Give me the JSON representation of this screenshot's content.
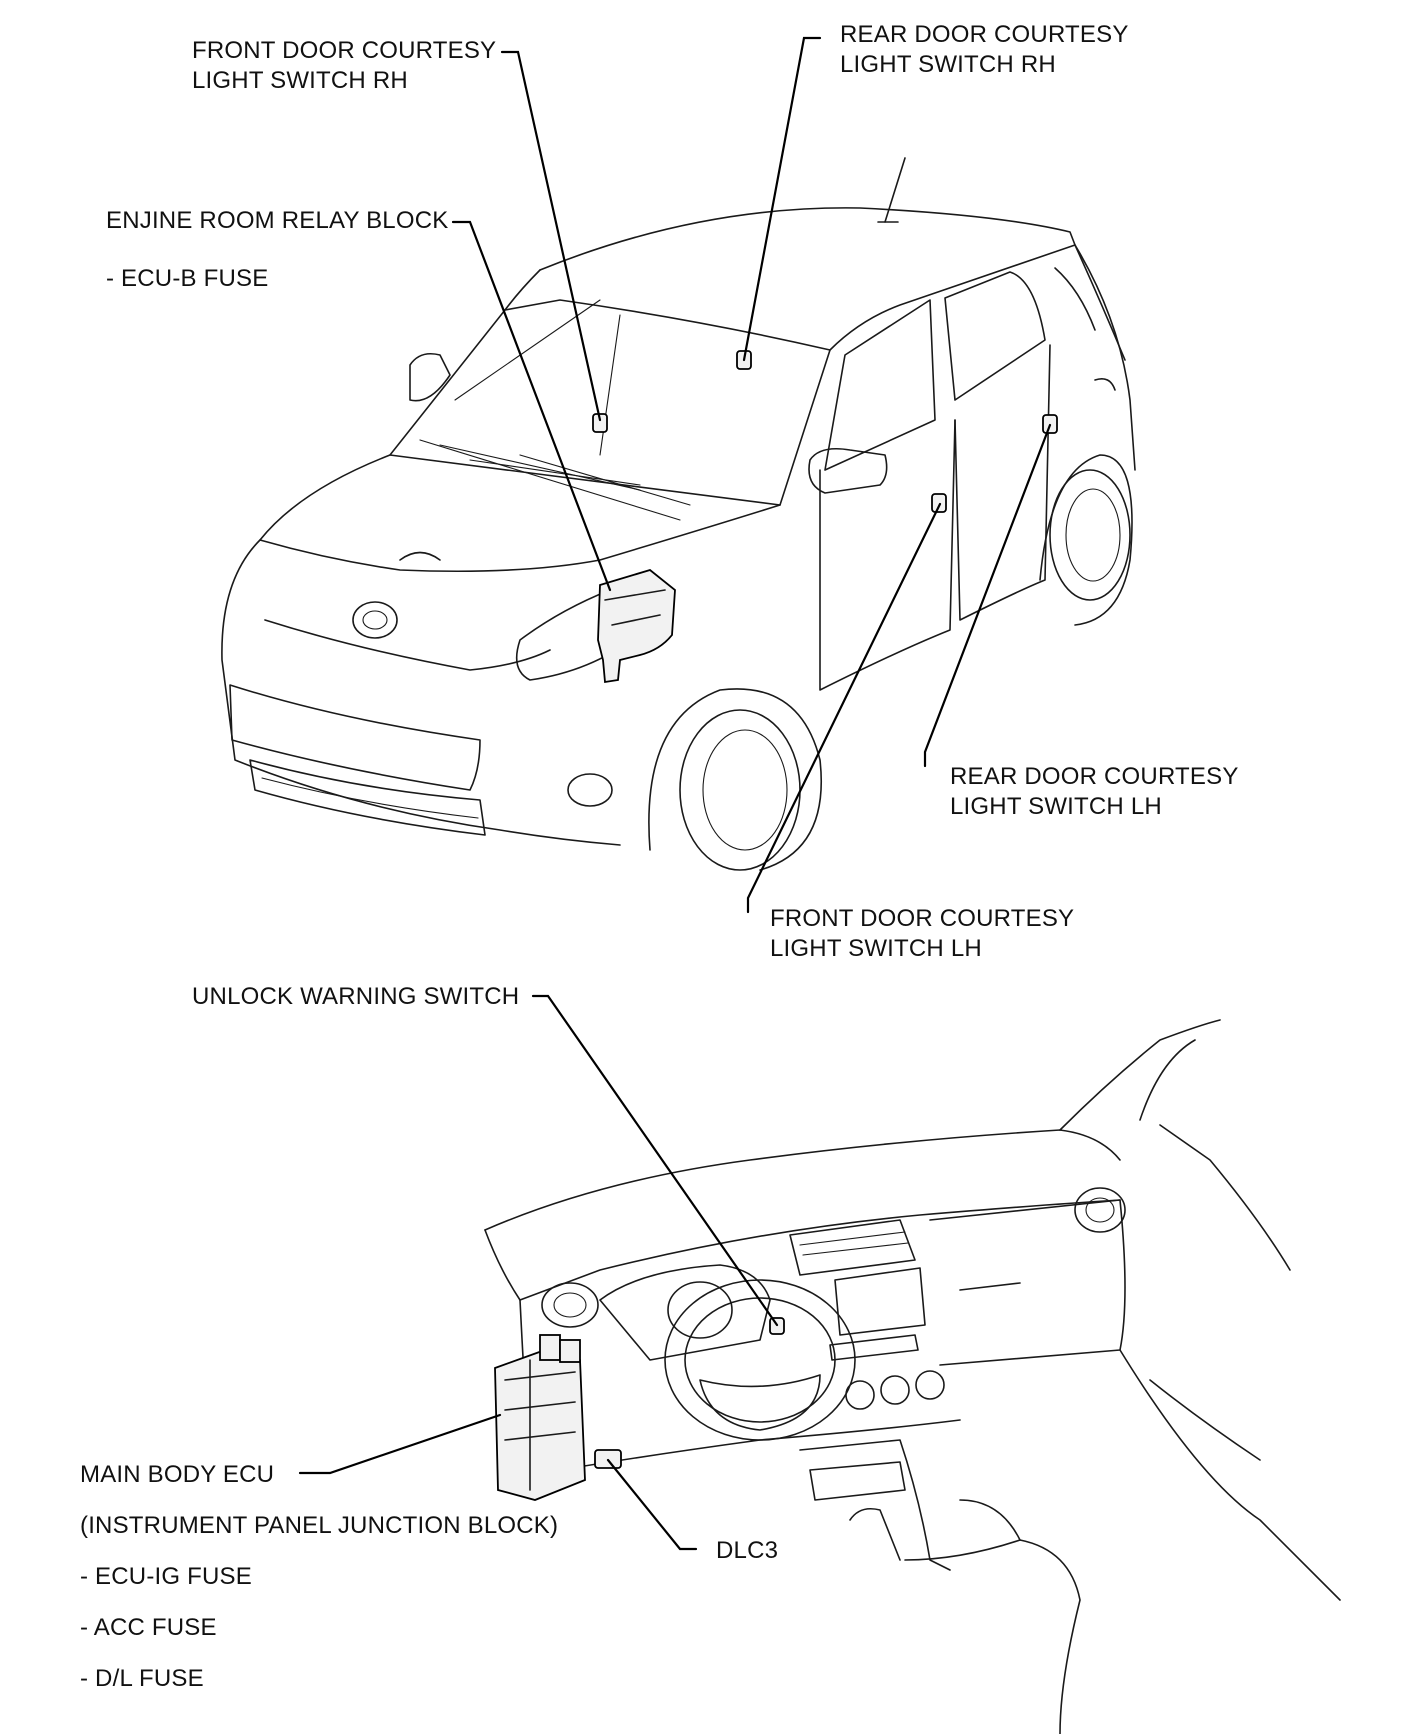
{
  "labels": {
    "front_door_rh": [
      "FRONT DOOR COURTESY",
      "LIGHT SWITCH RH"
    ],
    "rear_door_rh": [
      "REAR DOOR COURTESY",
      "LIGHT SWITCH RH"
    ],
    "engine_room_relay": [
      "ENJINE ROOM RELAY BLOCK",
      "- ECU-B FUSE"
    ],
    "rear_door_lh": [
      "REAR DOOR COURTESY",
      "LIGHT SWITCH LH"
    ],
    "front_door_lh": [
      "FRONT DOOR COURTESY",
      "LIGHT SWITCH LH"
    ],
    "unlock_warning": "UNLOCK WARNING SWITCH",
    "main_body_ecu": [
      "MAIN BODY ECU",
      "(INSTRUMENT PANEL JUNCTION BLOCK)",
      "- ECU-IG FUSE",
      "- ACC FUSE",
      "- D/L FUSE"
    ],
    "dlc3": "DLC3"
  },
  "colors": {
    "ink": "#1a1a1a",
    "background": "#ffffff"
  }
}
